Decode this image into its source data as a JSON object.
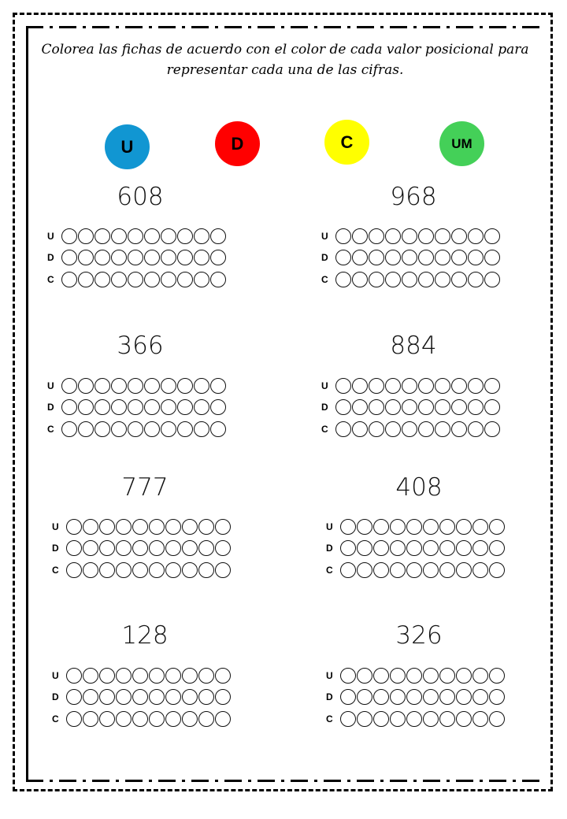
{
  "instructions": "Colorea las fichas de acuerdo con el color de cada valor posicional para representar cada una de las cifras.",
  "legend": [
    {
      "label": "U",
      "color": "#1196d2"
    },
    {
      "label": "D",
      "color": "#ff0000"
    },
    {
      "label": "C",
      "color": "#ffff00"
    },
    {
      "label": "UM",
      "color": "#44d058"
    }
  ],
  "row_labels": [
    "U",
    "D",
    "C"
  ],
  "circles_per_row": 10,
  "exercises": [
    {
      "number": "608"
    },
    {
      "number": "968"
    },
    {
      "number": "366"
    },
    {
      "number": "884"
    },
    {
      "number": "777"
    },
    {
      "number": "408"
    },
    {
      "number": "128"
    },
    {
      "number": "326"
    }
  ]
}
